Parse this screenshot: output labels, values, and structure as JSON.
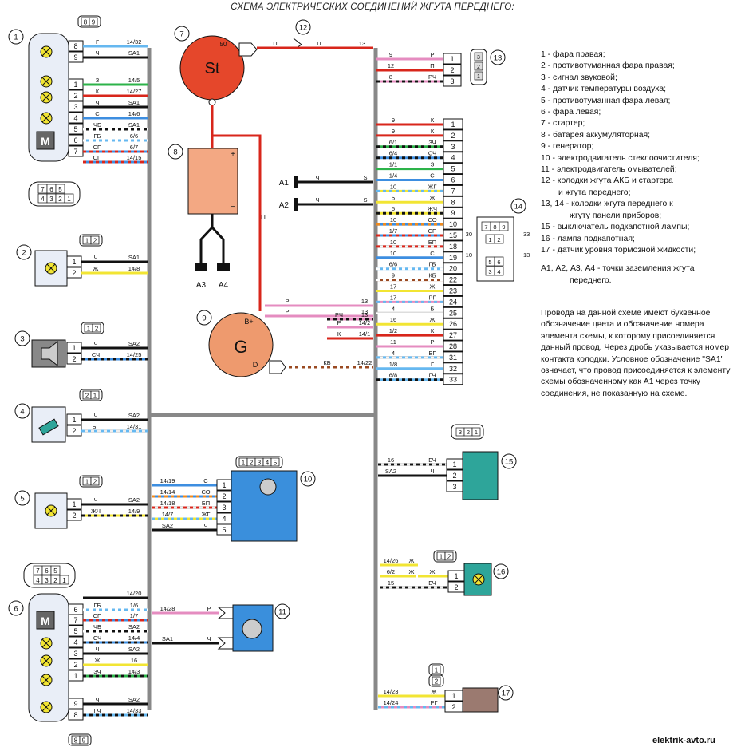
{
  "title": "СХЕМА ЭЛЕКТРИЧЕСКИХ СОЕДИНЕНИЙ ЖГУТА ПЕРЕДНЕГО:",
  "colors": {
    "wire_black": "#111111",
    "wire_red": "#d8261b",
    "wire_pink": "#e58cc0",
    "wire_green": "#2db34a",
    "wire_yellow": "#f2e533",
    "wire_blue": "#3d8ee0",
    "wire_brown": "#9a4a22",
    "wire_grey": "#9a9a9a",
    "wire_orange": "#f08a1d",
    "starter_fill": "#e5472b",
    "generator_fill": "#ee9a6e",
    "battery_fill": "#f3a883",
    "component_fill": "#e9eef7",
    "switch_fill": "#2ea59a",
    "motor_fill": "#3a8fdc",
    "sensor_fill": "#9b7a70"
  },
  "legend": [
    "1 - фара правая;",
    "2 - противотуманная фара правая;",
    "3 - сигнал звуковой;",
    "4 - датчик температуры воздуха;",
    "5 - противотуманная фара левая;",
    "6 - фара левая;",
    "7 - стартер;",
    "8 - батарея аккумуляторная;",
    "9 - генератор;",
    "10 - электродвигатель стеклоочистителя;",
    "11 - электродвигатель омывателей;",
    "12 - колодки жгута АКБ и стартера",
    "и жгута переднего;",
    "13, 14 - колодки жгута переднего к",
    "жгуту панели приборов;",
    "15 - выключатель подкапотной лампы;",
    "16 - лампа подкапотная;",
    "17 - датчик уровня тормозной жидкости;"
  ],
  "ground_note": [
    "А1, А2, А3, А4 - точки заземления жгута",
    "переднего."
  ],
  "description": "Провода на данной схеме имеют буквенное обозначение цвета и обозначение номера элемента схемы, к которому присоединяется данный провод. Через дробь указывается номер контакта колодки. Условное обозначение \"SA1\" означает, что провод присоединяется к элементу схемы обозначенному как А1 через точку соединения, не показанную на схеме.",
  "watermark": "elektrik-avto.ru",
  "ground_points": [
    "А1",
    "А2",
    "А3",
    "А4"
  ],
  "component_symbols": {
    "starter": "St",
    "generator": "G",
    "motor": "M",
    "gen_bplus": "B+",
    "gen_d": "D",
    "batt_plus": "+",
    "batt_minus": "−",
    "starter_50": "50"
  },
  "connector_13_pins": [
    {
      "pin": "1",
      "color": "Р",
      "wire": "9"
    },
    {
      "pin": "2",
      "color": "П",
      "wire": "12"
    },
    {
      "pin": "3",
      "color": "РЧ",
      "wire": "8"
    }
  ],
  "connector_14_pins": [
    {
      "pin": "1",
      "color": "К",
      "wire": "9"
    },
    {
      "pin": "2",
      "color": "К",
      "wire": "9"
    },
    {
      "pin": "3",
      "color": "ЗЧ",
      "wire": "6/1"
    },
    {
      "pin": "4",
      "color": "СЧ",
      "wire": "6/4"
    },
    {
      "pin": "5",
      "color": "З",
      "wire": "1/1"
    },
    {
      "pin": "6",
      "color": "С",
      "wire": "1/4"
    },
    {
      "pin": "7",
      "color": "ЖГ",
      "wire": "10"
    },
    {
      "pin": "8",
      "color": "Ж",
      "wire": "5"
    },
    {
      "pin": "9",
      "color": "ЖЧ",
      "wire": "5"
    },
    {
      "pin": "10",
      "color": "СО",
      "wire": "10"
    },
    {
      "pin": "15",
      "color": "СП",
      "wire": "1/7"
    },
    {
      "pin": "18",
      "color": "БП",
      "wire": "10"
    },
    {
      "pin": "19",
      "color": "С",
      "wire": "10"
    },
    {
      "pin": "20",
      "color": "ГБ",
      "wire": "6/6"
    },
    {
      "pin": "22",
      "color": "КБ",
      "wire": "9"
    },
    {
      "pin": "23",
      "color": "Ж",
      "wire": "17"
    },
    {
      "pin": "24",
      "color": "РГ",
      "wire": "17"
    },
    {
      "pin": "25",
      "color": "Б",
      "wire": "4"
    },
    {
      "pin": "26",
      "color": "Ж",
      "wire": "16"
    },
    {
      "pin": "27",
      "color": "К",
      "wire": "1/2"
    },
    {
      "pin": "28",
      "color": "Р",
      "wire": "11"
    },
    {
      "pin": "31",
      "color": "БГ",
      "wire": "4"
    },
    {
      "pin": "32",
      "color": "Г",
      "wire": "1/8"
    },
    {
      "pin": "33",
      "color": "ГЧ",
      "wire": "6/8"
    }
  ],
  "connector_14_grid": [
    "7",
    "8",
    "9",
    "1",
    "2",
    "5",
    "6",
    "3",
    "4"
  ],
  "connector_14_side_labels": [
    "30",
    "33",
    "10",
    "13"
  ],
  "comp1_wires": [
    {
      "pin": "8",
      "color": "Г",
      "dest": "14/32"
    },
    {
      "pin": "9",
      "color": "Ч",
      "dest": "SA1"
    },
    {
      "pin": "1",
      "color": "З",
      "dest": "14/5"
    },
    {
      "pin": "2",
      "color": "К",
      "dest": "14/27"
    },
    {
      "pin": "3",
      "color": "Ч",
      "dest": "SA1"
    },
    {
      "pin": "4",
      "color": "С",
      "dest": "14/6"
    },
    {
      "pin": "5",
      "color": "ЧБ",
      "dest": "SA1"
    },
    {
      "pin": "6",
      "color": "ГБ",
      "dest": "6/6"
    },
    {
      "pin": "7",
      "color": "СП",
      "dest": "6/7"
    },
    {
      "pin": "",
      "color": "СП",
      "dest": "14/15"
    }
  ],
  "comp2_wires": [
    {
      "pin": "1",
      "color": "Ч",
      "dest": "SA1"
    },
    {
      "pin": "2",
      "color": "Ж",
      "dest": "14/8"
    }
  ],
  "comp3_wires": [
    {
      "pin": "1",
      "color": "Ч",
      "dest": "SA2"
    },
    {
      "pin": "2",
      "color": "СЧ",
      "dest": "14/25"
    }
  ],
  "comp4_wires": [
    {
      "pin": "1",
      "color": "Ч",
      "dest": "SA2"
    },
    {
      "pin": "2",
      "color": "БГ",
      "dest": "14/31"
    }
  ],
  "comp5_wires": [
    {
      "pin": "1",
      "color": "Ч",
      "dest": "SA2"
    },
    {
      "pin": "2",
      "color": "ЖЧ",
      "dest": "14/9"
    }
  ],
  "comp6_wires": [
    {
      "pin": "6",
      "color": "ГБ",
      "dest": "1/6"
    },
    {
      "pin": "",
      "color": "",
      "dest": "14/20"
    },
    {
      "pin": "7",
      "color": "СП",
      "dest": "1/7"
    },
    {
      "pin": "5",
      "color": "ЧБ",
      "dest": "SA2"
    },
    {
      "pin": "4",
      "color": "СЧ",
      "dest": "14/4"
    },
    {
      "pin": "3",
      "color": "Ч",
      "dest": "SA2"
    },
    {
      "pin": "2",
      "color": "Ж",
      "dest": "16"
    },
    {
      "pin": "1",
      "color": "ЗЧ",
      "dest": "14/3"
    },
    {
      "pin": "9",
      "color": "Ч",
      "dest": "SA2"
    },
    {
      "pin": "8",
      "color": "ГЧ",
      "dest": "14/33"
    }
  ],
  "comp10_wires": [
    {
      "pin": "1",
      "color": "С",
      "dest": "14/19"
    },
    {
      "pin": "2",
      "color": "СО",
      "dest": "14/14"
    },
    {
      "pin": "3",
      "color": "БП",
      "dest": "14/18"
    },
    {
      "pin": "4",
      "color": "ЖГ",
      "dest": "14/7"
    },
    {
      "pin": "5",
      "color": "Ч",
      "dest": "SA2"
    }
  ],
  "comp11_wires": [
    {
      "pin": "",
      "color": "Р",
      "dest": "14/28"
    },
    {
      "pin": "",
      "color": "Ч",
      "dest": "SA1"
    }
  ],
  "comp15_wires": [
    {
      "pin": "1",
      "color": "БЧ",
      "dest": "16"
    },
    {
      "pin": "2",
      "color": "Ч",
      "dest": "SA2"
    },
    {
      "pin": "3",
      "color": "",
      "dest": ""
    }
  ],
  "comp16_wires": [
    {
      "pin": "",
      "color": "Ж",
      "dest": "14/26"
    },
    {
      "pin": "",
      "color": "Ж",
      "dest": "6/2"
    },
    {
      "pin": "1",
      "color": "Ж",
      "dest": ""
    },
    {
      "pin": "2",
      "color": "БЧ",
      "dest": "15"
    }
  ],
  "comp17_wires": [
    {
      "pin": "1",
      "color": "Ж",
      "dest": "14/23"
    },
    {
      "pin": "2",
      "color": "РГ",
      "dest": "14/24"
    }
  ],
  "comp12_labels": [
    "П",
    "П",
    "13"
  ],
  "gen_wires": [
    {
      "color": "Р",
      "dest": "13"
    },
    {
      "color": "Р",
      "dest": "13"
    },
    {
      "color": "РЧ",
      "dest": "13"
    },
    {
      "color": "Р",
      "dest": "14/2"
    },
    {
      "color": "К",
      "dest": "14/1"
    },
    {
      "color": "КБ",
      "dest": "14/22"
    }
  ],
  "ground_wires": [
    {
      "color": "Ч",
      "dest": "S"
    },
    {
      "color": "Ч",
      "dest": "S"
    }
  ],
  "battery_wire_color": "П",
  "callouts": [
    "1",
    "2",
    "3",
    "4",
    "5",
    "6",
    "7",
    "8",
    "9",
    "10",
    "11",
    "12",
    "13",
    "14",
    "15",
    "16",
    "17"
  ],
  "connector_labels": {
    "c1_top": [
      "8",
      "9"
    ],
    "c1_mid": [
      "7",
      "6",
      "5",
      "4",
      "3",
      "2",
      "1"
    ],
    "c2": [
      "1",
      "2"
    ],
    "c3": [
      "1",
      "2"
    ],
    "c4": [
      "2",
      "1"
    ],
    "c5": [
      "1",
      "2"
    ],
    "c6_top": [
      "7",
      "6",
      "5",
      "4",
      "3",
      "2",
      "1"
    ],
    "c6_bot": [
      "8",
      "9"
    ],
    "c10": [
      "1",
      "2",
      "3",
      "4",
      "5"
    ],
    "c13": [
      "3",
      "2",
      "1"
    ],
    "c15": [
      "3",
      "2",
      "1"
    ],
    "c16": [
      "1",
      "2"
    ],
    "c17": [
      "1",
      "2"
    ]
  }
}
